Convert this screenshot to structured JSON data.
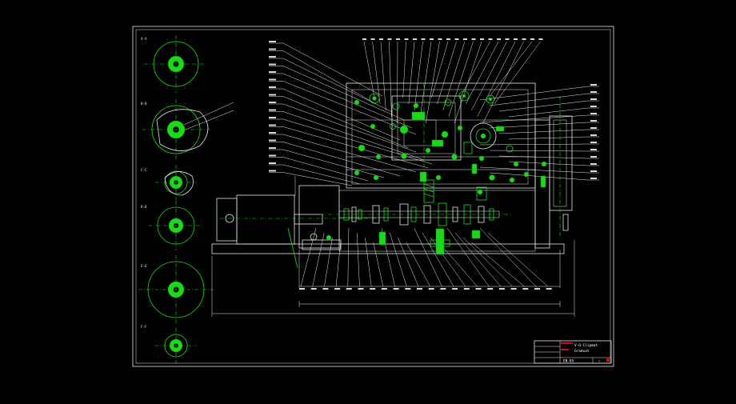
{
  "drawing": {
    "section_labels": [
      "A-A",
      "B-B",
      "C-C",
      "D-D",
      "E-E",
      "F-F"
    ],
    "title_block": {
      "name_line_1": "V-O-Clipmat",
      "name_line_2": "Graduat",
      "drawing_no": "EN-05",
      "sheet": "1"
    },
    "colors": {
      "background": "#000000",
      "linework": "#e6e6e6",
      "components": "#18e018",
      "title_block_accent": "#d01010"
    }
  }
}
